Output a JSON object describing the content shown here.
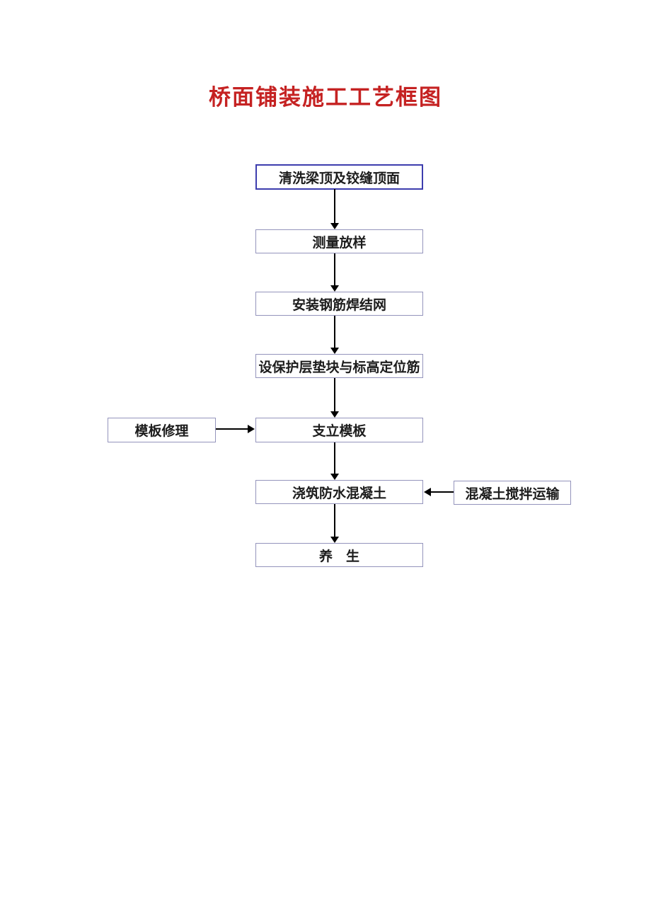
{
  "page": {
    "title_text": "桥面铺装施工工艺框图"
  },
  "colors": {
    "title": "#c52222",
    "box_border_primary": "#3d3dae",
    "box_border_secondary": "#9494bc",
    "box_fill": "#ffffff",
    "arrow": "#000000",
    "text": "#1c1c1c",
    "background": "#ffffff"
  },
  "flowchart": {
    "nodes": [
      {
        "id": "n1",
        "label": "清洗梁顶及铰缝顶面"
      },
      {
        "id": "n2",
        "label": "测量放样"
      },
      {
        "id": "n3",
        "label": "安装钢筋焊结网"
      },
      {
        "id": "n4",
        "label": "设保护层垫块与标高定位筋"
      },
      {
        "id": "n5",
        "label": "支立模板"
      },
      {
        "id": "n6",
        "label": "浇筑防水混凝土"
      },
      {
        "id": "n7",
        "label": "养　生"
      },
      {
        "id": "side_left",
        "label": "模板修理"
      },
      {
        "id": "side_right",
        "label": "混凝土搅拌运输"
      }
    ],
    "edges": [
      {
        "from": "清洗梁顶及铰缝顶面",
        "to": "测量放样",
        "direction": "down"
      },
      {
        "from": "测量放样",
        "to": "安装钢筋焊结网",
        "direction": "down"
      },
      {
        "from": "安装钢筋焊结网",
        "to": "设保护层垫块与标高定位筋",
        "direction": "down"
      },
      {
        "from": "设保护层垫块与标高定位筋",
        "to": "支立模板",
        "direction": "down"
      },
      {
        "from": "支立模板",
        "to": "浇筑防水混凝土",
        "direction": "down"
      },
      {
        "from": "浇筑防水混凝土",
        "to": "养　生",
        "direction": "down"
      },
      {
        "from": "模板修理",
        "to": "支立模板",
        "direction": "right"
      },
      {
        "from": "混凝土搅拌运输",
        "to": "浇筑防水混凝土",
        "direction": "left"
      }
    ]
  }
}
